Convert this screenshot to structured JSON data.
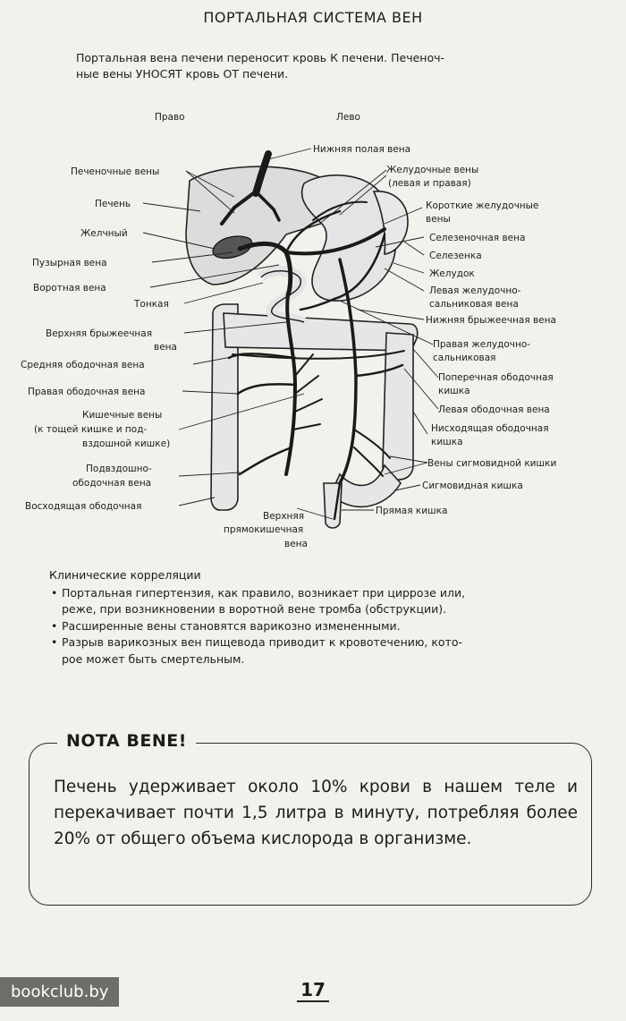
{
  "title": "ПОРТАЛЬНАЯ СИСТЕМА ВЕН",
  "intro": {
    "line1": "Портальная вена печени переносит кровь К печени. Печеноч-",
    "line2": "ные вены УНОСЯТ кровь ОТ печени."
  },
  "diagram": {
    "side_right": "Право",
    "side_left": "Лево",
    "labels": {
      "ivc": "Нижняя полая вена",
      "hepatic_veins": "Печеночные вены",
      "gastric_1": "Желудочные вены",
      "gastric_2": "(левая и правая)",
      "liver": "Печень",
      "short_gastric_1": "Короткие желудочные",
      "short_gastric_2": "вены",
      "gallbladder": "Желчный",
      "splenic_vein": "Селезеночная вена",
      "cystic_vein": "Пузырная вена",
      "spleen": "Селезенка",
      "stomach": "Желудок",
      "portal_vein": "Воротная вена",
      "left_gastroomental_1": "Левая желудочно-",
      "left_gastroomental_2": "сальниковая вена",
      "small": "Тонкая",
      "inferior_mesenteric": "Нижняя брыжеечная вена",
      "superior_mesenteric_1": "Верхняя брыжеечная",
      "superior_mesenteric_2": "вена",
      "right_gastroomental_1": "Правая желудочно-",
      "right_gastroomental_2": "сальниковая",
      "middle_colic": "Средняя ободочная вена",
      "transverse_colon_1": "Поперечная ободочная",
      "transverse_colon_2": "кишка",
      "right_colic": "Правая ободочная вена",
      "left_colic": "Левая ободочная вена",
      "intestinal_1": "Кишечные вены",
      "intestinal_2": "(к тощей кишке и под-",
      "intestinal_3": "вздошной кишке)",
      "descending_colon_1": "Нисходящая ободочная",
      "descending_colon_2": "кишка",
      "sigmoid_veins": "Вены сигмовидной кишки",
      "ileocolic_1": "Подвздошно-",
      "ileocolic_2": "ободочная вена",
      "sigmoid_colon": "Сигмовидная кишка",
      "ascending_colon": "Восходящая ободочная",
      "superior_rectal_1": "Верхняя",
      "superior_rectal_2": "прямокишечная",
      "superior_rectal_3": "вена",
      "rectum": "Прямая кишка"
    }
  },
  "clinical": {
    "title": "Клинические корреляции",
    "items": [
      "Портальная гипертензия, как правило, возникает при циррозе или,",
      "реже, при возникновении в воротной вене тромба (обструкции).",
      "Расширенные вены становятся варикозно измененными.",
      "Разрыв варикозных вен пищевода приводит к кровотечению, кото-",
      "рое может быть смертельным."
    ]
  },
  "nota_bene": {
    "title": "NOTA BENE!",
    "text": "Печень удерживает около 10% крови в нашем теле и перекачивает почти 1,5 литра в минуту, потребляя более 20% от общего объема кислорода в организме."
  },
  "page_number": "17",
  "watermark": "bookclub.by"
}
